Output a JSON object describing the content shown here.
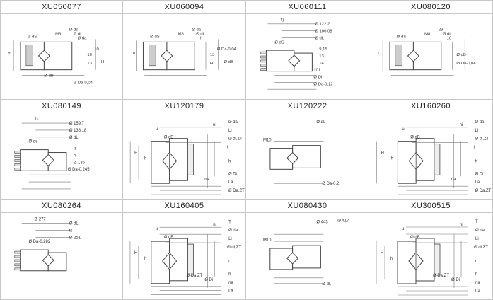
{
  "cells": [
    {
      "code": "XU050077",
      "labels": [
        "Ø dS",
        "M8",
        "Ø dL",
        "Ø ds",
        "Ø da",
        "h",
        "10",
        "13",
        "H",
        "10",
        "Ø dB",
        "Ø Da-0,04"
      ],
      "variant": "small"
    },
    {
      "code": "XU060094",
      "labels": [
        "Ø dS",
        "M8",
        "Ø dL",
        "Ø da",
        "h",
        "10",
        "13",
        "H",
        "Ø dB",
        "Ø Da-0,04"
      ],
      "variant": "small"
    },
    {
      "code": "XU060111",
      "labels": [
        "1)",
        "Ø 122,2",
        "Ø 100,08",
        "Ø dL",
        "Ø dS",
        "9,15",
        "13",
        "14",
        "101",
        "Ø Di",
        "Ø Da-0,12"
      ],
      "variant": "gear"
    },
    {
      "code": "XU080120",
      "labels": [
        "Ø dS",
        "M8",
        "Ø dL",
        "29",
        "10",
        "17",
        "Ø dB",
        "Ø Da-0,04"
      ],
      "variant": "small"
    },
    {
      "code": "XU080149",
      "labels": [
        "1)",
        "Ø 159,7",
        "Ø 138,18",
        "Ø dL",
        "Ø ds",
        "ts",
        "h",
        "Ø 135",
        "Ø Da-0,245"
      ],
      "variant": "gear"
    },
    {
      "code": "XU120179",
      "labels": [
        "ni",
        "u",
        "Ø dB",
        "H",
        "h",
        "Ø da",
        "Li",
        "Ø di,ZT",
        "t",
        "h",
        "Ø Di",
        "na",
        "La",
        "Ø Da,ZT"
      ],
      "variant": "large"
    },
    {
      "code": "XU120222",
      "labels": [
        "M10",
        "Ø dL",
        "Ø Da-0,2"
      ],
      "variant": "mid"
    },
    {
      "code": "XU160260",
      "labels": [
        "ni",
        "u",
        "Ø dB",
        "H",
        "h",
        "Ø da",
        "Li",
        "Ø di,ZT",
        "t",
        "h",
        "Ø Di",
        "na",
        "La",
        "Ø Da,ZT"
      ],
      "variant": "large"
    },
    {
      "code": "XU080264",
      "labels": [
        "Ø 277",
        "Ø dL",
        "ts",
        "Ø 251",
        "Ø Da-0,282"
      ],
      "variant": "gear"
    },
    {
      "code": "XU160405",
      "labels": [
        "ni",
        "u",
        "Ø dB",
        "H",
        "h",
        "T",
        "Ø da",
        "Li",
        "Ø di,ZT",
        "t",
        "h",
        "Ø Di",
        "na",
        "La",
        "Ø Da,ZT"
      ],
      "variant": "large"
    },
    {
      "code": "XU080430",
      "labels": [
        "M10",
        "Ø 443",
        "Ø dL",
        "Ø 417"
      ],
      "variant": "mid"
    },
    {
      "code": "XU300515",
      "labels": [
        "ni",
        "u",
        "Ø dB",
        "H",
        "h",
        "T",
        "Ø da",
        "Li",
        "Ø di,ZT",
        "t",
        "h",
        "Ø Di",
        "na",
        "La",
        "Ø Da,ZT"
      ],
      "variant": "large"
    }
  ]
}
